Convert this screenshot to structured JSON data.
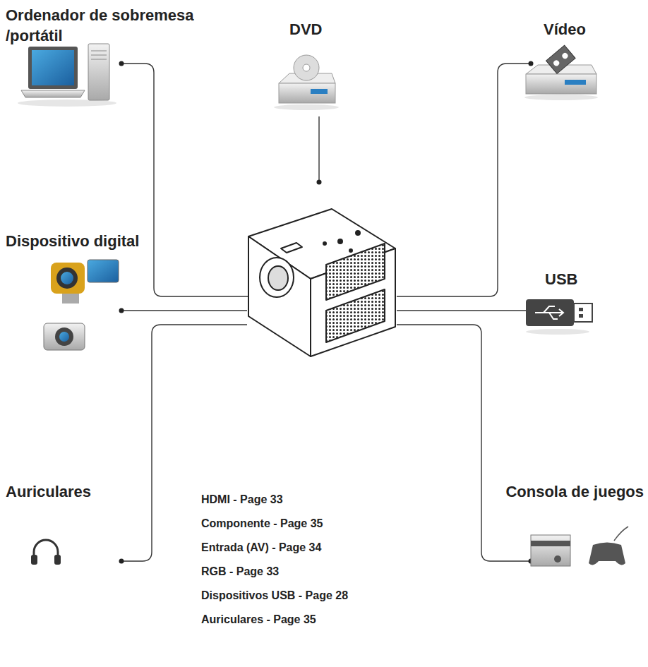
{
  "diagram": {
    "labels": [
      "Ordenador de sobremesa /portátil",
      "DVD",
      "Vídeo",
      "Dispositivo digital",
      "USB",
      "Auriculares",
      "Consola de juegos",
      "HDMI - Page 33",
      "Componente - Page 35",
      "Entrada (AV) - Page 34",
      "RGB - Page 33",
      "Dispositivos USB - Page 28",
      "Auriculares - Page 35"
    ]
  }
}
